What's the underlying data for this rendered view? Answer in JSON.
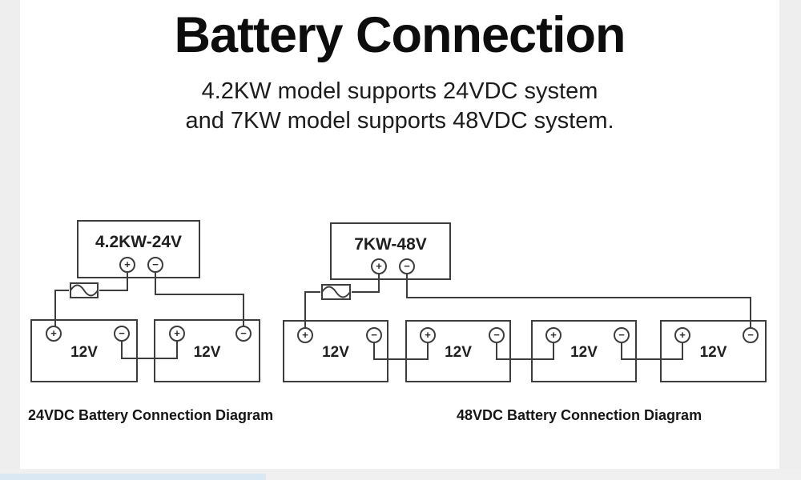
{
  "header": {
    "title": "Battery Connection",
    "subtitle_line1": "4.2KW model supports 24VDC system",
    "subtitle_line2": "and 7KW model supports 48VDC system."
  },
  "diagrams": {
    "left": {
      "inverter_label": "4.2KW-24V",
      "caption": "24VDC Battery Connection Diagram",
      "batteries": [
        "12V",
        "12V"
      ]
    },
    "right": {
      "inverter_label": "7KW-48V",
      "caption": "48VDC Battery Connection Diagram",
      "batteries": [
        "12V",
        "12V",
        "12V",
        "12V"
      ]
    }
  },
  "symbols": {
    "plus": "+",
    "minus": "−"
  },
  "colors": {
    "line": "#3d3d3d",
    "margin": "#eeeeee",
    "footer": "#f1f0f1",
    "accent": "#d9e8f3"
  }
}
